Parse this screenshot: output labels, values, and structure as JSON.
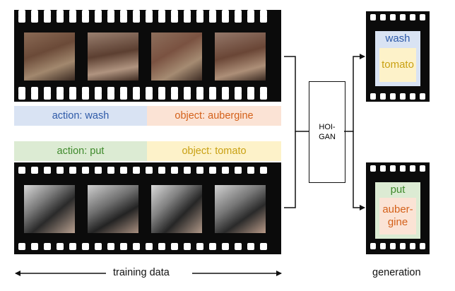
{
  "colors": {
    "action_wash_bg": "#d9e3f3",
    "action_wash_fg": "#2e5aa8",
    "object_aubergine_bg": "#fbe3d5",
    "object_aubergine_fg": "#d4611a",
    "action_put_bg": "#dcebd3",
    "action_put_fg": "#3f8a2c",
    "object_tomato_bg": "#fdf2c9",
    "object_tomato_fg": "#c9a113"
  },
  "top_labels": {
    "action": "action: wash",
    "object": "object: aubergine"
  },
  "bottom_labels": {
    "action": "action: put",
    "object": "object: tomato"
  },
  "model": {
    "line1": "HOI-",
    "line2": "GAN"
  },
  "generated_top": {
    "action": "wash",
    "object": "tomato"
  },
  "generated_bottom": {
    "action": "put",
    "object_line1": "auber-",
    "object_line2": "gine"
  },
  "captions": {
    "training": "training data",
    "generation": "generation"
  }
}
